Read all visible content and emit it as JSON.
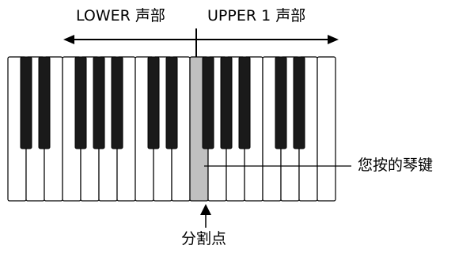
{
  "labels": {
    "lower_section": "LOWER 声部",
    "upper_section": "UPPER 1 声部",
    "pressed_key": "您按的琴键",
    "split_point": "分割点"
  },
  "keyboard": {
    "white_keys": 18,
    "pressed_white_key_index": 10,
    "black_key_pattern": [
      "C#",
      "D#",
      "F#",
      "G#",
      "A#",
      "C#",
      "D#",
      "F#",
      "G#",
      "A#",
      "C#",
      "D#"
    ],
    "colors": {
      "white_key": "#ffffff",
      "black_key": "#1a1a1a",
      "pressed_key": "#c0c0c0",
      "outline": "#000000"
    }
  }
}
